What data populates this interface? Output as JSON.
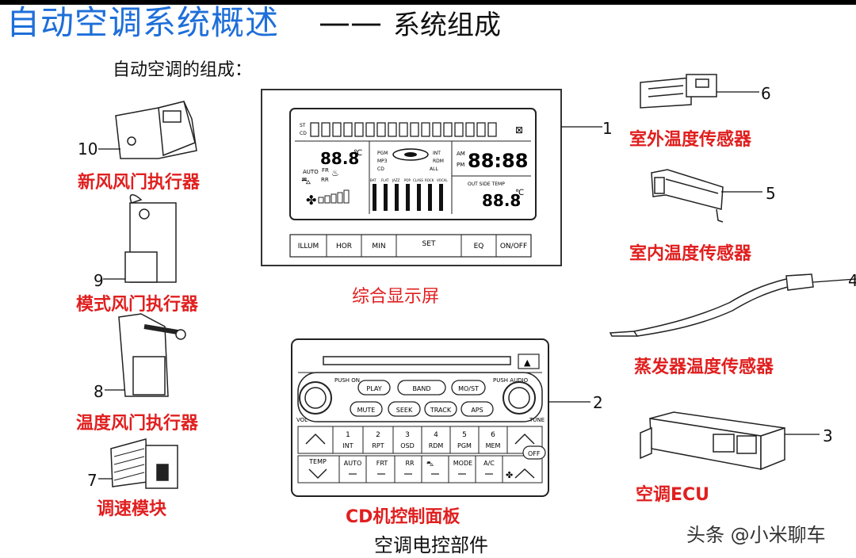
{
  "title": {
    "main": "自动空调系统概述",
    "dash": "——",
    "sub": "系统组成"
  },
  "intro": "自动空调的组成：",
  "components": {
    "c1": {
      "num": "1",
      "label": "综合显示屏"
    },
    "c2": {
      "num": "2",
      "label": "CD机控制面板"
    },
    "c3": {
      "num": "3",
      "label": "空调ECU"
    },
    "c4": {
      "num": "4",
      "label": "蒸发器温度传感器"
    },
    "c5": {
      "num": "5",
      "label": "室内温度传感器"
    },
    "c6": {
      "num": "6",
      "label": "室外温度传感器"
    },
    "c7": {
      "num": "7",
      "label": "调速模块"
    },
    "c8": {
      "num": "8",
      "label": "温度风门执行器"
    },
    "c9": {
      "num": "9",
      "label": "模式风门执行器"
    },
    "c10": {
      "num": "10",
      "label": "新风风门执行器"
    }
  },
  "display": {
    "buttons": [
      "ILLUM",
      "HOR",
      "MIN",
      "SET",
      "EQ",
      "ON/OFF"
    ],
    "left_labels": {
      "temp": "88.8",
      "unit": "℃",
      "auto": "AUTO",
      "fr": "FR",
      "rr": "RR"
    },
    "center_labels": {
      "pgm": "PGM",
      "mp3": "MP3",
      "cd": "CD",
      "int": "INT",
      "rdm": "RDM",
      "all": "ALL"
    },
    "eq_labels": [
      "BAT",
      "FLAT",
      "JAZZ",
      "POP",
      "CLASS",
      "ROCK",
      "VOCAL"
    ],
    "right_labels": {
      "am": "AM",
      "pm": "PM",
      "clock": "88:88",
      "outside": "OUT SIDE TEMP",
      "out_temp": "88.8",
      "unit": "℃"
    }
  },
  "cd_panel": {
    "push_on": "PUSH ON",
    "push_audio": "PUSH AUDIO",
    "vol": "VOL",
    "tune": "TUNE",
    "row1": [
      "PLAY",
      "BAND",
      "MO/ST"
    ],
    "row2": [
      "MUTE",
      "SEEK",
      "TRACK",
      "APS"
    ],
    "presets": [
      {
        "n": "1",
        "l": "INT"
      },
      {
        "n": "2",
        "l": "RPT"
      },
      {
        "n": "3",
        "l": "OSD"
      },
      {
        "n": "4",
        "l": "RDM"
      },
      {
        "n": "5",
        "l": "PGM"
      },
      {
        "n": "6",
        "l": "MEM"
      }
    ],
    "ac_row": [
      "TEMP",
      "AUTO",
      "FRT",
      "RR",
      "",
      "MODE",
      "A/C"
    ],
    "off": "OFF"
  },
  "caption": "空调电控部件",
  "watermark": "头条 @小米聊车"
}
